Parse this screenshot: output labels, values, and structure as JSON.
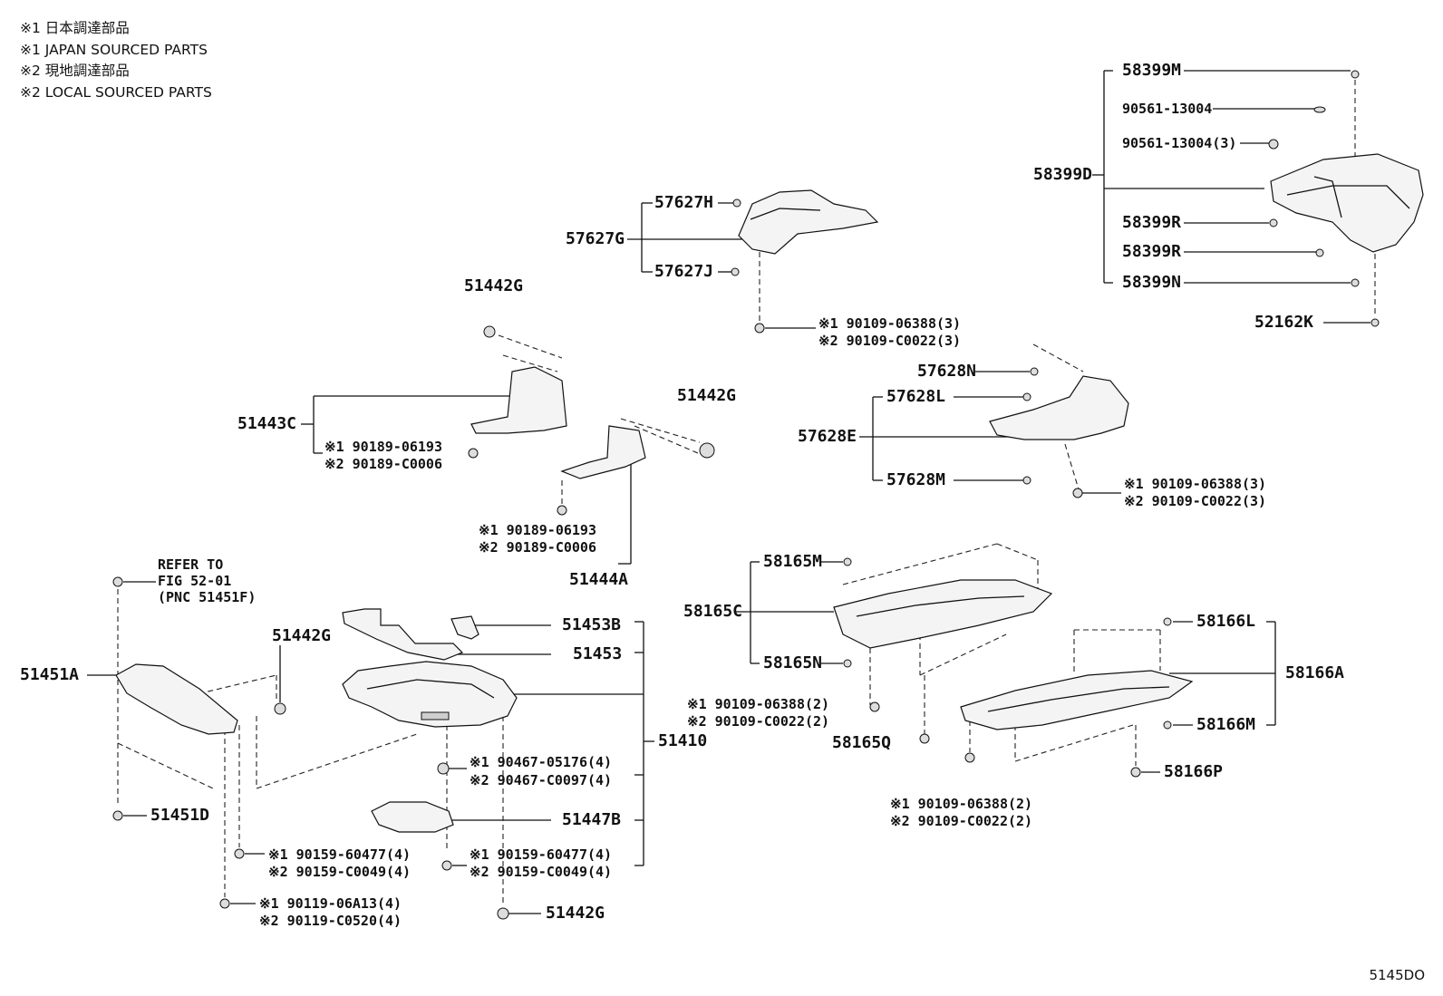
{
  "legend": {
    "line1": "※1 日本調達部品",
    "line2": "※1 JAPAN SOURCED PARTS",
    "line3": "※2 現地調達部品",
    "line4": "※2 LOCAL SOURCED PARTS"
  },
  "drawing_id": "5145DO",
  "labels": {
    "p58399M": "58399M",
    "p90561_13004": "90561-13004",
    "p90561_13004_3": "90561-13004(3)",
    "p58399D": "58399D",
    "p58399R_a": "58399R",
    "p58399R_b": "58399R",
    "p58399N": "58399N",
    "p52162K": "52162K",
    "p57627H": "57627H",
    "p57627G": "57627G",
    "p57627J": "57627J",
    "p57627_bolt1": "※1 90109-06388(3)",
    "p57627_bolt2": "※2 90109-C0022(3)",
    "p51442G_a": "51442G",
    "p51443C": "51443C",
    "p51443C_clip1": "※1 90189-06193",
    "p51443C_clip2": "※2 90189-C0006",
    "p51442G_b": "51442G",
    "p51444_clip1": "※1 90189-06193",
    "p51444_clip2": "※2 90189-C0006",
    "p51444A": "51444A",
    "p57628N": "57628N",
    "p57628L": "57628L",
    "p57628E": "57628E",
    "p57628M": "57628M",
    "p57628_bolt1": "※1 90109-06388(3)",
    "p57628_bolt2": "※2 90109-C0022(3)",
    "refer1": "REFER TO",
    "refer2": "FIG 52-01",
    "refer3": "(PNC 51451F)",
    "p51442G_c": "51442G",
    "p51451A": "51451A",
    "p51451D": "51451D",
    "p51453B": "51453B",
    "p51453": "51453",
    "p51410": "51410",
    "p90467_1": "※1 90467-05176(4)",
    "p90467_2": "※2 90467-C0097(4)",
    "p51447B": "51447B",
    "p90159_l1": "※1 90159-60477(4)",
    "p90159_l2": "※2 90159-C0049(4)",
    "p90119_1": "※1 90119-06A13(4)",
    "p90119_2": "※2 90119-C0520(4)",
    "p90159_r1": "※1 90159-60477(4)",
    "p90159_r2": "※2 90159-C0049(4)",
    "p51442G_d": "51442G",
    "p58165M": "58165M",
    "p58165C": "58165C",
    "p58165N": "58165N",
    "p58165_bolt1": "※1 90109-06388(2)",
    "p58165_bolt2": "※2 90109-C0022(2)",
    "p58165Q": "58165Q",
    "p58166L": "58166L",
    "p58166A": "58166A",
    "p58166M": "58166M",
    "p58166P": "58166P",
    "p58166_bolt1": "※1 90109-06388(2)",
    "p58166_bolt2": "※2 90109-C0022(2)"
  }
}
